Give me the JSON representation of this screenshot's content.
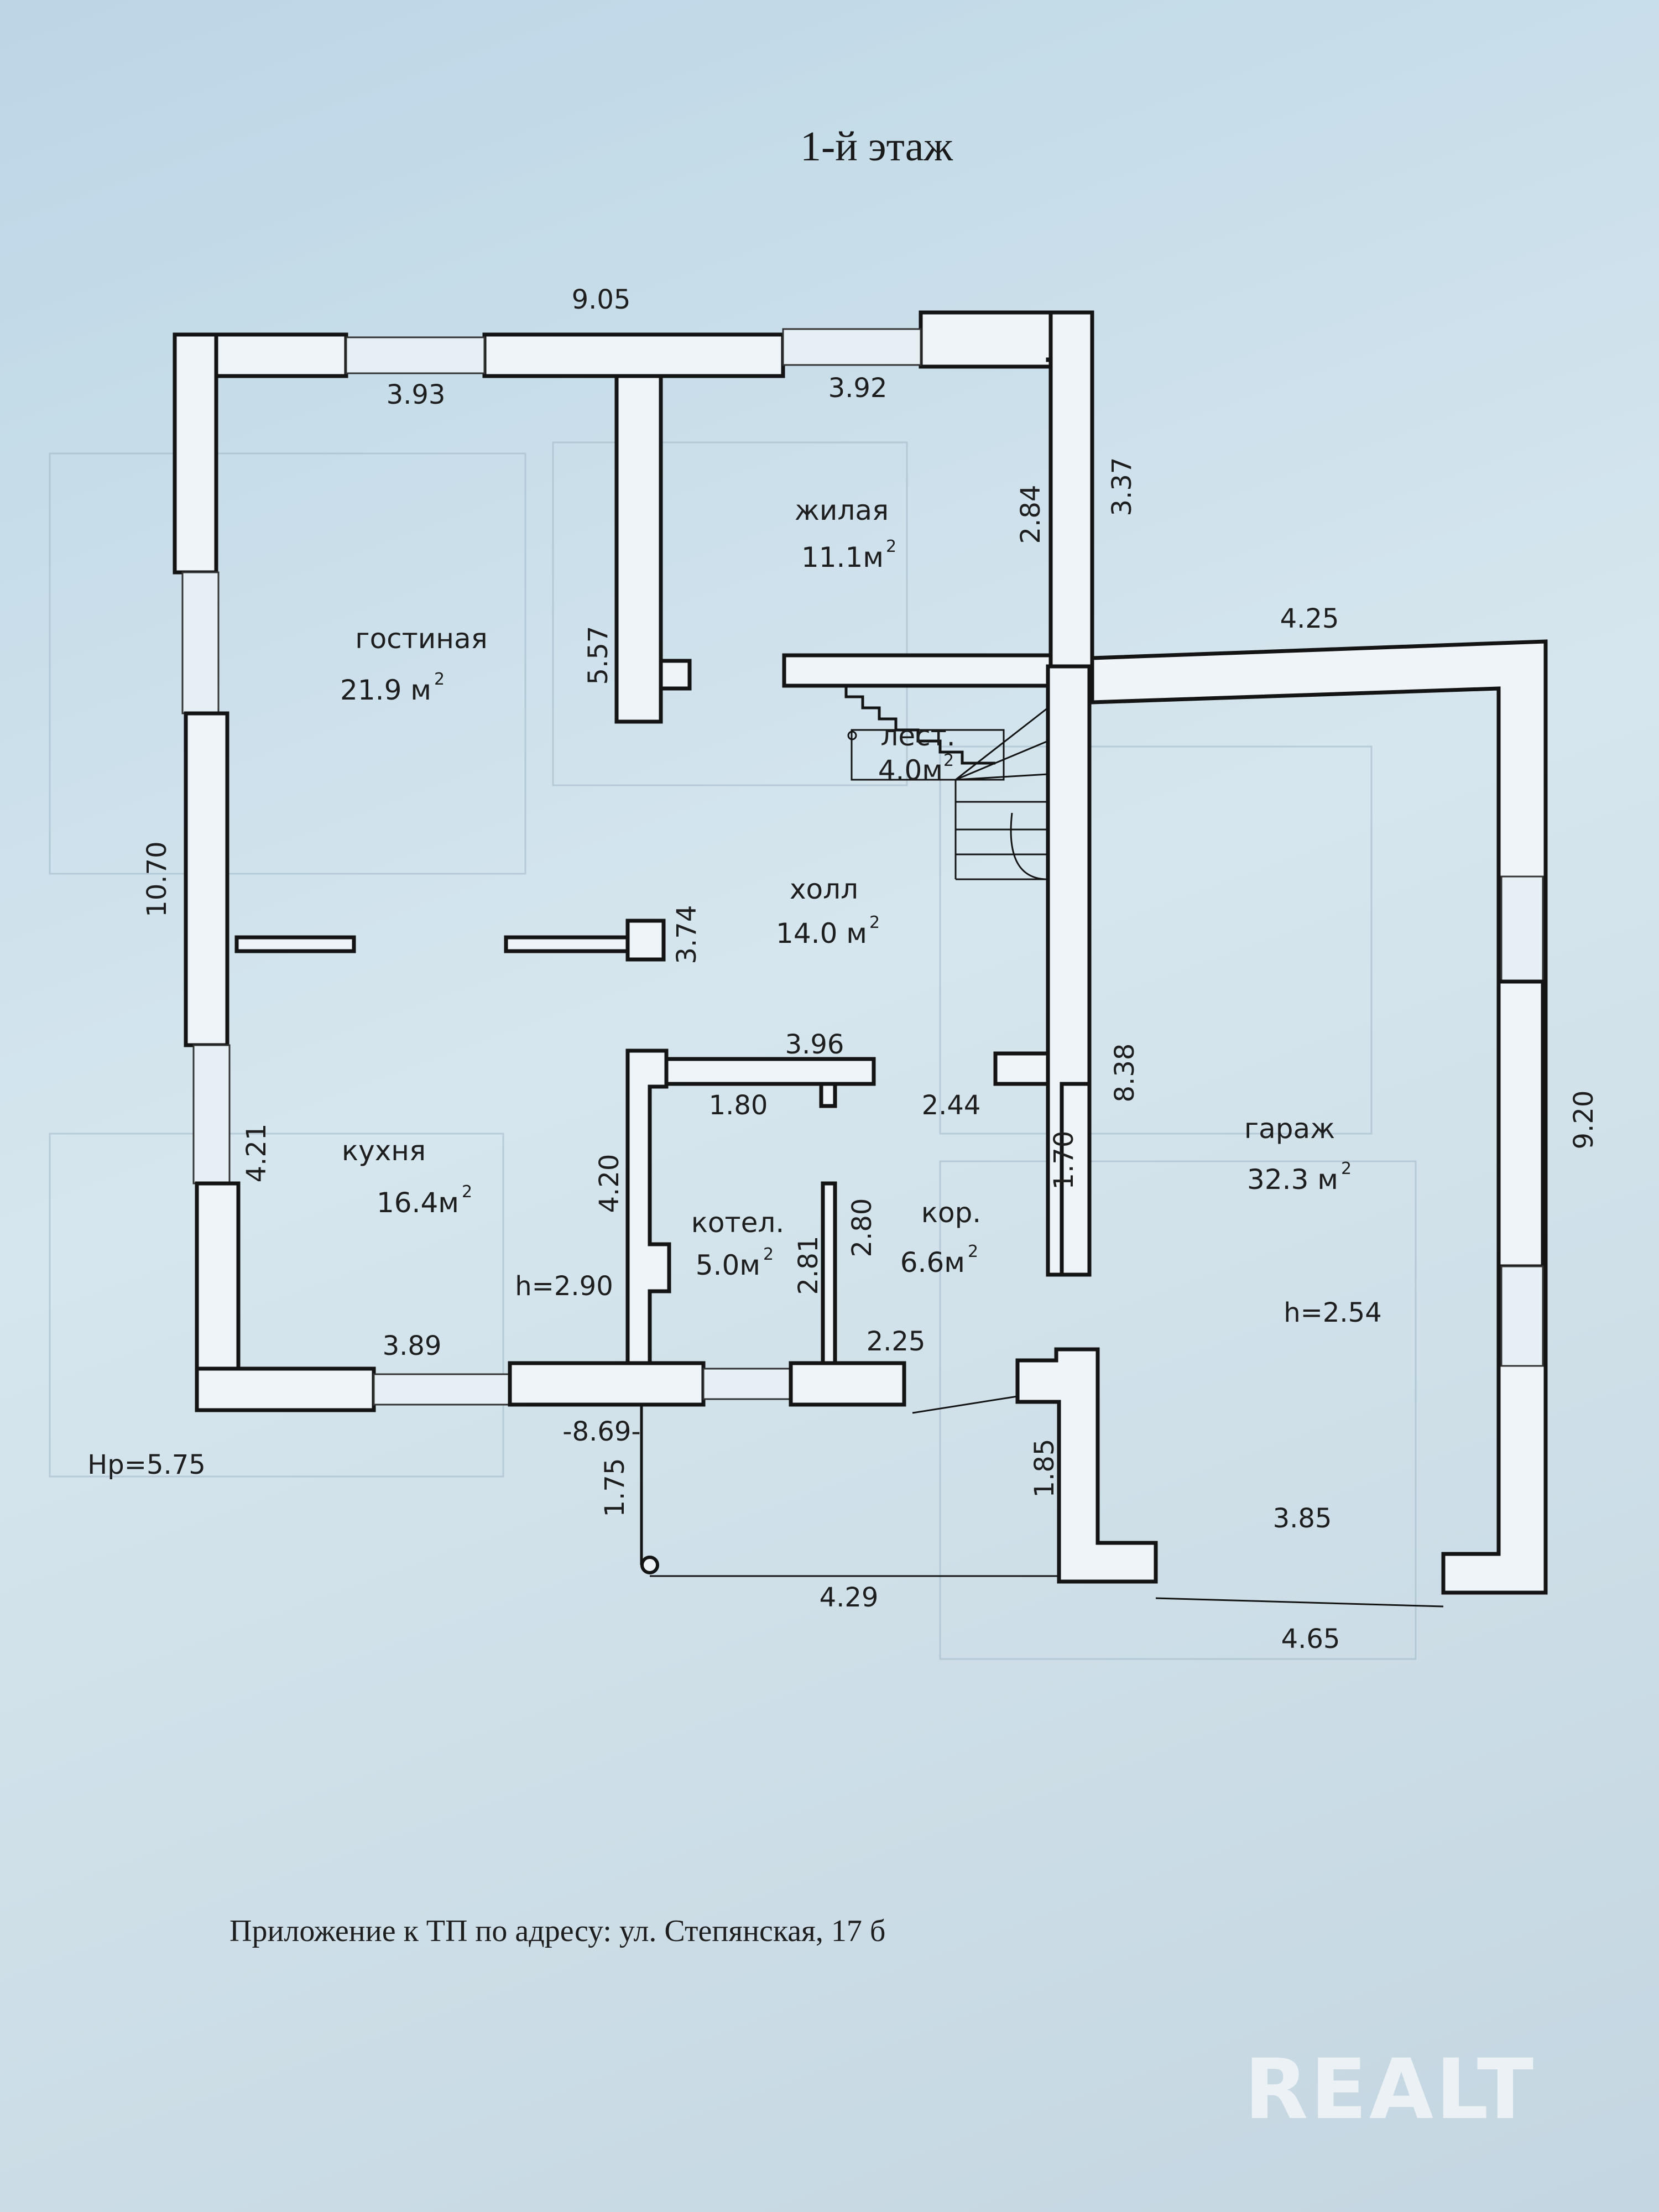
{
  "title": "1-й этаж",
  "rooms": {
    "gostinaya": {
      "name": "гостиная",
      "area": "21.9 м",
      "unit_sup": "2"
    },
    "zhilaya": {
      "name": "жилая",
      "area": "11.1м",
      "unit_sup": "2"
    },
    "lest": {
      "name": "лест.",
      "area": "4.0м",
      "unit_sup": "2"
    },
    "holl": {
      "name": "холл",
      "area": "14.0 м",
      "unit_sup": "2"
    },
    "kuhnya": {
      "name": "кухня",
      "area": "16.4м",
      "unit_sup": "2"
    },
    "kotel": {
      "name": "котел.",
      "area": "5.0м",
      "unit_sup": "2"
    },
    "kor": {
      "name": "кор.",
      "area": "6.6м",
      "unit_sup": "2"
    },
    "garazh": {
      "name": "гараж",
      "area": "32.3 м",
      "unit_sup": "2"
    }
  },
  "dimensions": {
    "top_total": "9.05",
    "top_left": "3.93",
    "top_right": "3.92",
    "wall_right_upper": "3.37",
    "living_height": "2.84",
    "partition": "5.57",
    "left_total": "10.70",
    "hall_column": "3.74",
    "garage_top": "4.25",
    "stair_wall": "8.38",
    "garage_right": "9.20",
    "kitchen_left": "4.21",
    "boiler_wall": "4.20",
    "corridor_width": "3.96",
    "corridor_left": "1.80",
    "corridor_right": "2.44",
    "corridor_side": "1.70",
    "boiler_h1": "2.81",
    "boiler_h2": "2.80",
    "bottom_left": "3.89",
    "bottom_mid": "2.25",
    "bottom_total": "-8.69-",
    "porch_left": "1.75",
    "porch_right": "1.85",
    "porch_bottom": "4.29",
    "garage_inner": "3.85",
    "garage_bottom": "4.65"
  },
  "heights": {
    "house": "h=2.90",
    "garage": "h=2.54",
    "ridge": "Hp=5.75"
  },
  "caption": "Приложение к ТП по адресу: ул. Степянская, 17 б",
  "watermark": "REALT"
}
